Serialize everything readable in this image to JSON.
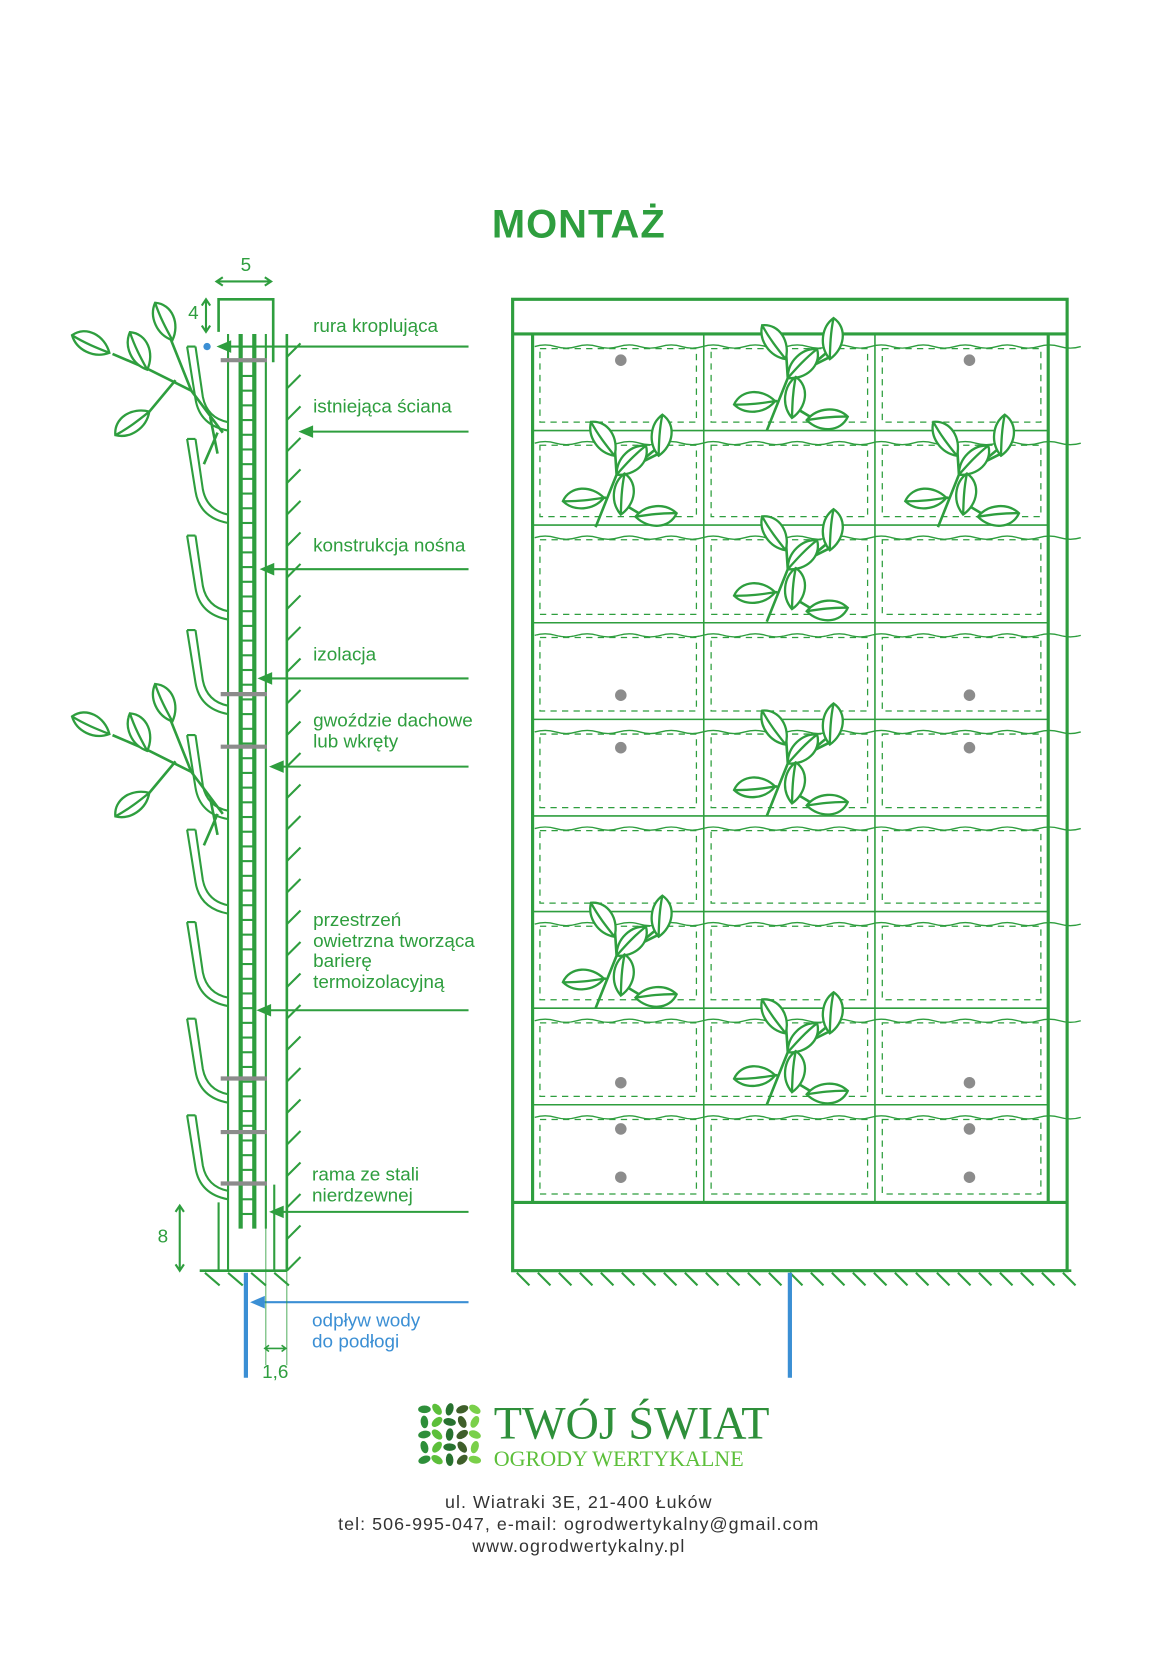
{
  "title": "MONTAŻ",
  "colors": {
    "green": "#2e9e3e",
    "blue": "#3b8fd4",
    "gray": "#8c8c8c",
    "logo_dark": "#2e8f3a",
    "logo_light": "#5cbf3a"
  },
  "dimensions": {
    "width": "5",
    "top": "4",
    "bottom": "8",
    "gap": "1,6"
  },
  "labels": {
    "drip_pipe": "rura kroplująca",
    "wall": "istniejąca ściana",
    "structure": "konstrukcja nośna",
    "insulation": "izolacja",
    "nails_1": "gwoździe dachowe",
    "nails_2": "lub wkręty",
    "air_1": "przestrzeń",
    "air_2": "owietrzna tworząca",
    "air_3": "barierę",
    "air_4": "termoizolacyjną",
    "frame_1": "rama ze stali",
    "frame_2": "nierdzewnej",
    "drain_1": "odpływ wody",
    "drain_2": "do podłogi"
  },
  "logo": {
    "name": "TWÓJ ŚWIAT",
    "tagline": "OGRODY WERTYKALNE"
  },
  "contact": {
    "address": "ul. Wiatraki 3E, 21-400 Łuków",
    "phone_email": "tel: 506-995-047, e-mail: ogrodwertykalny@gmail.com",
    "website": "www.ogrodwertykalny.pl"
  }
}
